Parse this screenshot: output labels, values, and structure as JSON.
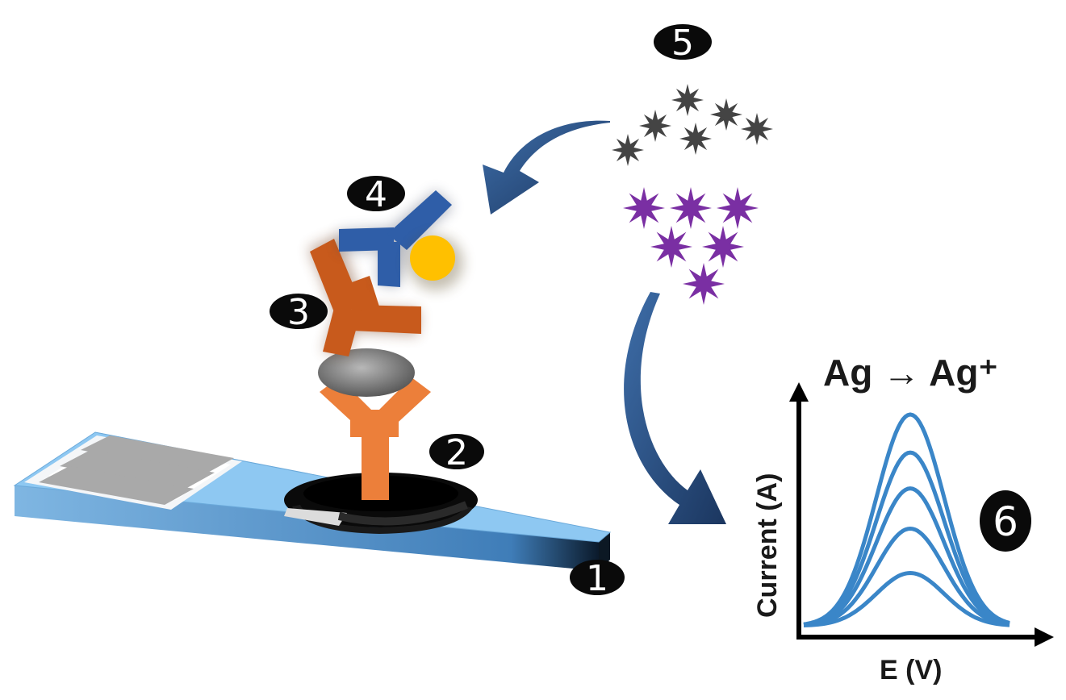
{
  "step_labels": {
    "n1": "1",
    "n2": "2",
    "n3": "3",
    "n4": "4",
    "n5": "5",
    "n6": "6"
  },
  "reaction": "Ag → Ag⁺",
  "chart_data": {
    "type": "line",
    "xlabel": "E (V)",
    "ylabel": "Current (A)",
    "series": [
      {
        "peak": 1.0
      },
      {
        "peak": 0.82
      },
      {
        "peak": 0.65
      },
      {
        "peak": 0.46
      },
      {
        "peak": 0.25
      }
    ],
    "grid": false
  },
  "colors": {
    "strip_top": "#8ec8f2",
    "strip_side": "#3c83c4",
    "capture_antibody": "#ec7f3a",
    "primary_antibody": "#c85a1c",
    "secondary_antibody": "#2f5ea8",
    "label_particle": "#ffc000",
    "silver_particles": "#444444",
    "reagent_particles": "#7a2fa3",
    "arrow": "#1e3d6b",
    "voltammogram": "#3a86c8"
  },
  "icons": {
    "particle": "star-icon",
    "arrow": "curved-arrow-icon"
  }
}
